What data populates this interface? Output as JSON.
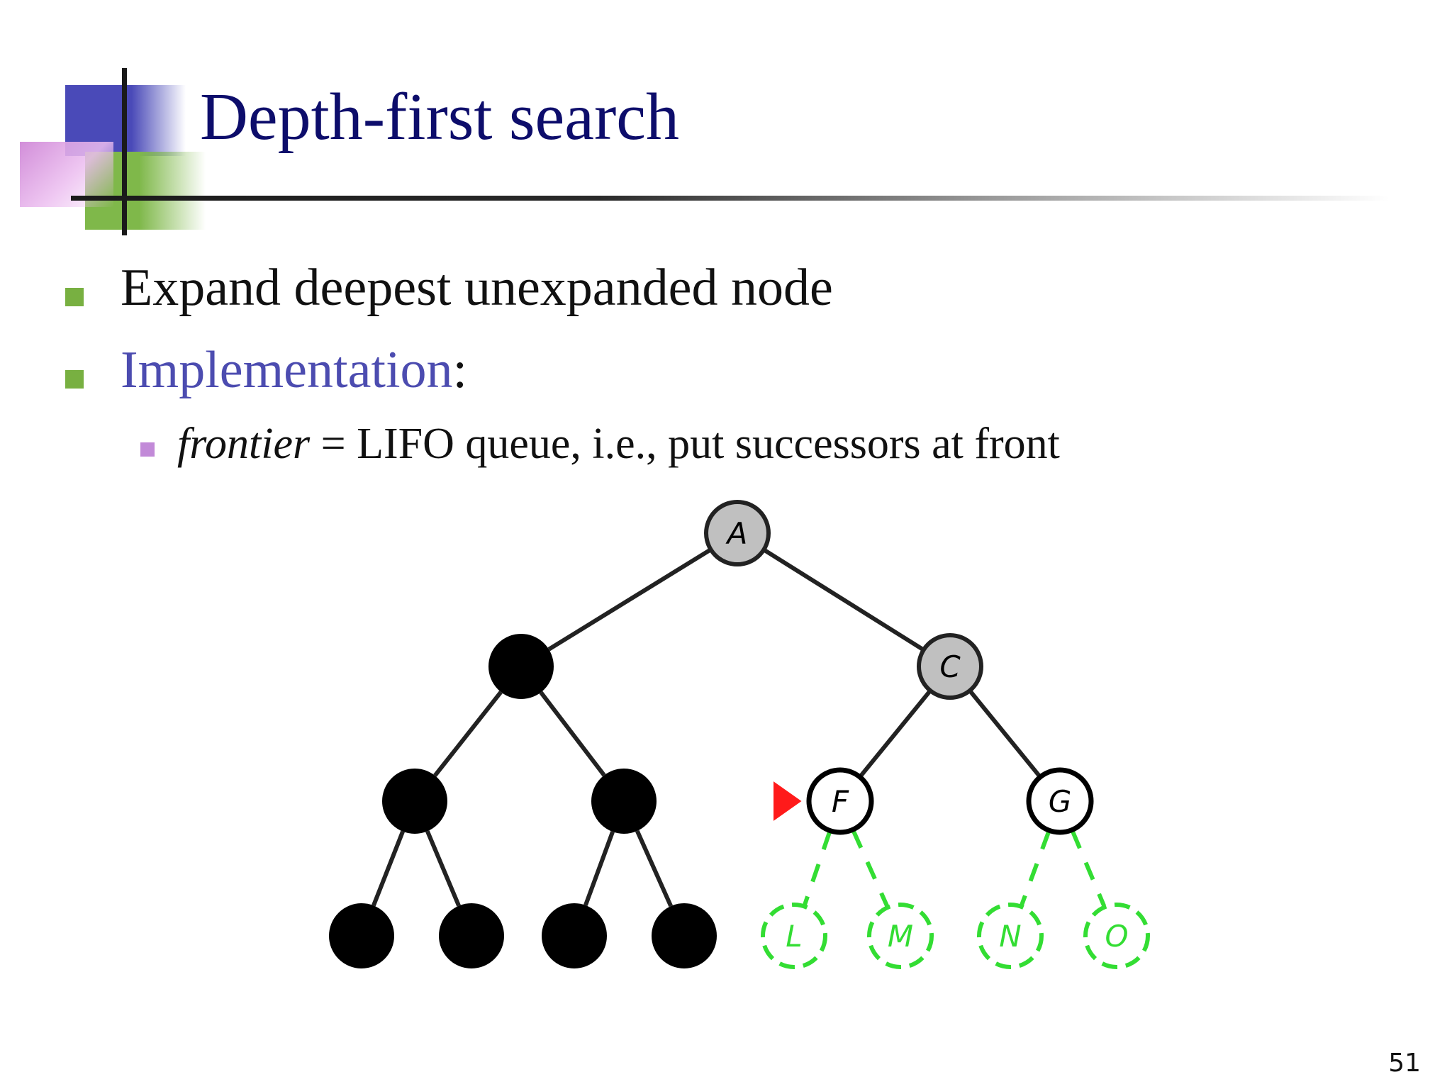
{
  "slide": {
    "title": "Depth-first search",
    "bullets": [
      {
        "text": "Expand deepest unexpanded node"
      },
      {
        "lead": "Implementation",
        "trail": ":"
      },
      {
        "italic": "frontier",
        "rest": " = LIFO queue, i.e., put successors at front"
      }
    ],
    "page_number": "51"
  },
  "tree": {
    "nodes": [
      {
        "id": "A",
        "label": "A",
        "state": "frontier-expanded"
      },
      {
        "id": "B",
        "label": "",
        "state": "removed"
      },
      {
        "id": "C",
        "label": "C",
        "state": "frontier-expanded"
      },
      {
        "id": "D",
        "label": "",
        "state": "removed"
      },
      {
        "id": "E",
        "label": "",
        "state": "removed"
      },
      {
        "id": "F",
        "label": "F",
        "state": "frontier"
      },
      {
        "id": "G",
        "label": "G",
        "state": "frontier"
      },
      {
        "id": "H",
        "label": "",
        "state": "removed"
      },
      {
        "id": "I",
        "label": "",
        "state": "removed"
      },
      {
        "id": "J",
        "label": "",
        "state": "removed"
      },
      {
        "id": "K",
        "label": "",
        "state": "removed"
      },
      {
        "id": "L",
        "label": "L",
        "state": "unexplored"
      },
      {
        "id": "M",
        "label": "M",
        "state": "unexplored"
      },
      {
        "id": "N",
        "label": "N",
        "state": "unexplored"
      },
      {
        "id": "O",
        "label": "O",
        "state": "unexplored"
      }
    ],
    "edges": [
      [
        "A",
        "B"
      ],
      [
        "A",
        "C"
      ],
      [
        "B",
        "D"
      ],
      [
        "B",
        "E"
      ],
      [
        "C",
        "F"
      ],
      [
        "C",
        "G"
      ],
      [
        "D",
        "H"
      ],
      [
        "D",
        "I"
      ],
      [
        "E",
        "J"
      ],
      [
        "E",
        "K"
      ],
      [
        "F",
        "L"
      ],
      [
        "F",
        "M"
      ],
      [
        "G",
        "N"
      ],
      [
        "G",
        "O"
      ]
    ],
    "current_marker": "F",
    "colors": {
      "expanded_fill": "#c0c0c0",
      "removed_fill": "#000000",
      "frontier_fill": "#ffffff",
      "unexplored_stroke": "#33dd33",
      "marker": "#ff1a1a"
    }
  }
}
